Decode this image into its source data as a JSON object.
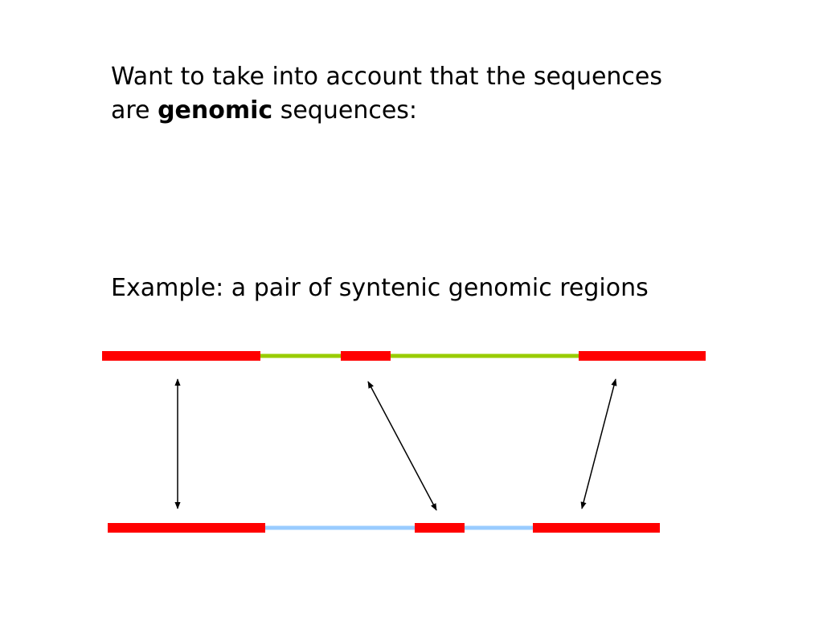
{
  "intro": {
    "line1": "Want to take into account that the sequences",
    "line2_prefix": "are ",
    "line2_bold": "genomic",
    "line2_suffix": " sequences:"
  },
  "example": {
    "text": "Example: a pair of syntenic genomic regions"
  },
  "colors": {
    "conserved_block": "#ff0000",
    "top_spacer": "#99cc00",
    "bottom_spacer": "#99ccff",
    "arrow": "#000000"
  }
}
